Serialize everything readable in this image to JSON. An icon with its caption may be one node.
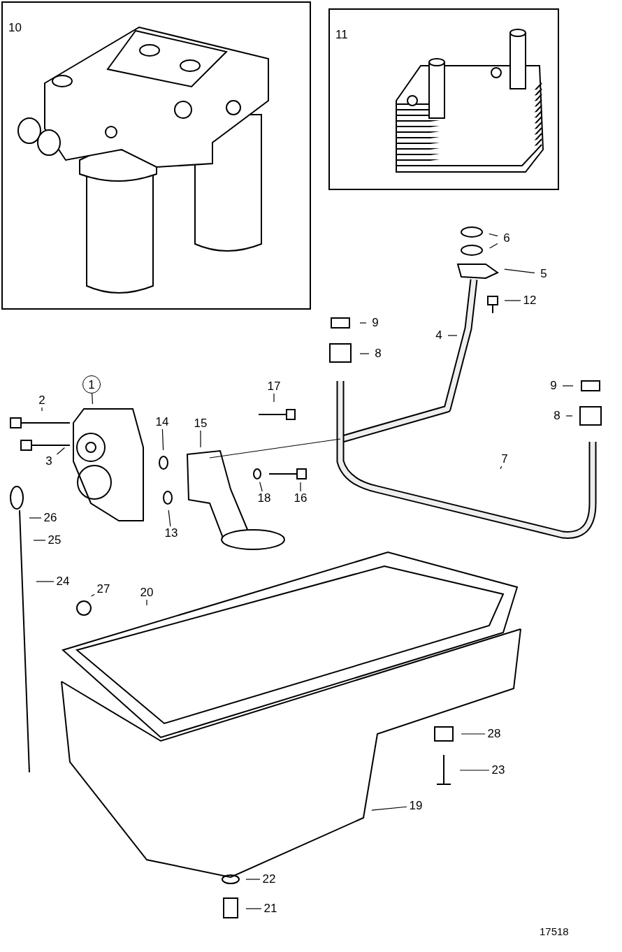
{
  "diagram": {
    "nodes": [
      {
        "text": [
          "10"
        ]
      },
      {
        "text": [
          "11"
        ]
      },
      {
        "text": [
          "6"
        ]
      },
      {
        "text": [
          "5"
        ]
      },
      {
        "text": [
          "12"
        ]
      },
      {
        "text": [
          "9"
        ]
      },
      {
        "text": [
          "4"
        ]
      },
      {
        "text": [
          "8"
        ]
      },
      {
        "text": [
          "1"
        ]
      },
      {
        "text": [
          "17"
        ]
      },
      {
        "text": [
          "2"
        ]
      },
      {
        "text": [
          "9"
        ]
      },
      {
        "text": [
          "14"
        ]
      },
      {
        "text": [
          "15"
        ]
      },
      {
        "text": [
          "8"
        ]
      },
      {
        "text": [
          "3"
        ]
      },
      {
        "text": [
          "7"
        ]
      },
      {
        "text": [
          "18"
        ]
      },
      {
        "text": [
          "16"
        ]
      },
      {
        "text": [
          "26"
        ]
      },
      {
        "text": [
          "13"
        ]
      },
      {
        "text": [
          "25"
        ]
      },
      {
        "text": [
          "24"
        ]
      },
      {
        "text": [
          "27"
        ]
      },
      {
        "text": [
          "20"
        ]
      },
      {
        "text": [
          "28"
        ]
      },
      {
        "text": [
          "23"
        ]
      },
      {
        "text": [
          "19"
        ]
      },
      {
        "text": [
          "22"
        ]
      },
      {
        "text": [
          "21"
        ]
      }
    ],
    "edges": [
      {
        "from": 2,
        "to": null,
        "arrow": "none"
      },
      {
        "from": 2,
        "to": null,
        "arrow": "none"
      },
      {
        "from": 3,
        "to": null,
        "arrow": "none"
      },
      {
        "from": 4,
        "to": null,
        "arrow": "none"
      },
      {
        "from": 5,
        "to": null,
        "arrow": "none"
      },
      {
        "from": 6,
        "to": null,
        "arrow": "none"
      },
      {
        "from": 7,
        "to": null,
        "arrow": "none"
      },
      {
        "from": 8,
        "to": null,
        "arrow": "none"
      },
      {
        "from": 9,
        "to": null,
        "arrow": "none"
      },
      {
        "from": 10,
        "to": null,
        "arrow": "none"
      },
      {
        "from": 11,
        "to": null,
        "arrow": "none"
      },
      {
        "from": 12,
        "to": null,
        "arrow": "none"
      },
      {
        "from": 13,
        "to": null,
        "arrow": "none"
      },
      {
        "from": 14,
        "to": null,
        "arrow": "none"
      },
      {
        "from": 15,
        "to": null,
        "arrow": "none"
      },
      {
        "from": 16,
        "to": null,
        "arrow": "none"
      },
      {
        "from": 17,
        "to": null,
        "arrow": "none"
      },
      {
        "from": 18,
        "to": null,
        "arrow": "none"
      },
      {
        "from": 19,
        "to": null,
        "arrow": "none"
      },
      {
        "from": 20,
        "to": null,
        "arrow": "none"
      },
      {
        "from": 21,
        "to": null,
        "arrow": "none"
      },
      {
        "from": 22,
        "to": null,
        "arrow": "none"
      },
      {
        "from": 23,
        "to": null,
        "arrow": "none"
      },
      {
        "from": 24,
        "to": null,
        "arrow": "none"
      },
      {
        "from": 25,
        "to": null,
        "arrow": "none"
      },
      {
        "from": 26,
        "to": null,
        "arrow": "none"
      },
      {
        "from": 27,
        "to": null,
        "arrow": "none"
      },
      {
        "from": 28,
        "to": null,
        "arrow": "none"
      },
      {
        "from": 29,
        "to": null,
        "arrow": "none"
      }
    ],
    "labels": [
      "17518"
    ]
  }
}
